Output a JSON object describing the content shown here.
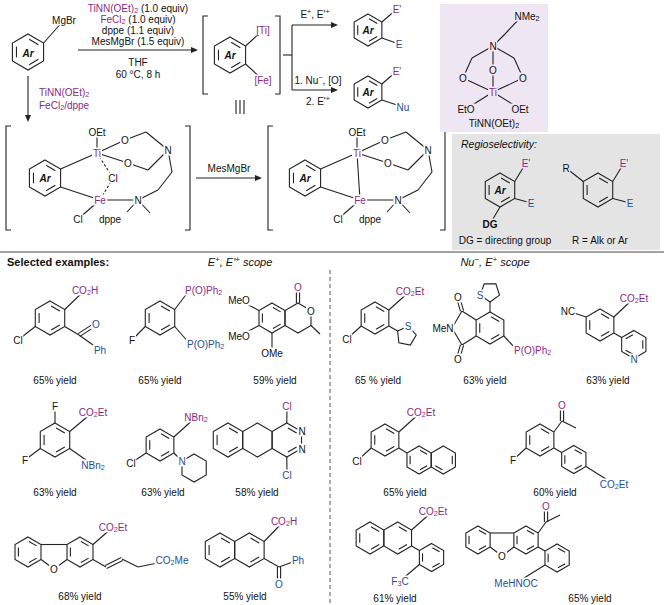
{
  "diagram": {
    "nodes": [
      {
        "text": [
          "NMe2",
          "N",
          "O",
          "O",
          "O",
          "Ti",
          "EtO",
          "OEt",
          "TiNN(OEt)2"
        ]
      },
      {
        "text": [
          "Regioselectivity:",
          "Ar",
          "E'",
          "E",
          "DG",
          "DG = directing group",
          "R",
          "E'",
          "E",
          "R = Alk or Ar"
        ]
      }
    ],
    "labels": [
      "MgBr",
      "Ar",
      "TiNN(OEt)2 (1.0 equiv)",
      "FeCl2 (1.0 equiv)",
      "dppe (1.1 equiv)",
      "MesMgBr (1.5 equiv)",
      "THF",
      "60 °C, 8 h",
      "Ar",
      "[Ti]",
      "[Fe]",
      "E+, E'+",
      "1. Nu−, [O]",
      "2. E'+",
      "Ar",
      "E'",
      "E",
      "Ar",
      "E'",
      "Nu",
      "TiNN(OEt)2",
      "FeCl2/dppe",
      "Ar",
      "OEt",
      "Ti",
      "O",
      "N",
      "O",
      "Cl",
      "Fe",
      "N",
      "Cl",
      "dppe",
      "MesMgBr",
      "Ar",
      "OEt",
      "Ti",
      "O",
      "N",
      "O",
      "Fe",
      "N",
      "Cl",
      "dppe",
      "Selected examples:",
      "E+, E'+ scope",
      "Nu−, E+ scope",
      "CO2H",
      "O",
      "Ph",
      "Cl",
      "65% yield",
      "P(O)Ph2",
      "P(O)Ph2",
      "F",
      "65% yield",
      "MeO",
      "MeO",
      "OMe",
      "O",
      "O",
      "59% yield",
      "F",
      "CO2Et",
      "F",
      "NBn2",
      "63% yield",
      "NBn2",
      "N",
      "Cl",
      "63% yield",
      "Cl",
      "N",
      "N",
      "Cl",
      "58% yield",
      "O",
      "CO2Et",
      "CO2Me",
      "68% yield",
      "CO2H",
      "O",
      "Ph",
      "55% yield",
      "CO2Et",
      "Cl",
      "S",
      "65 % yield",
      "MeN",
      "O",
      "O",
      "S",
      "P(O)Ph2",
      "63% yield",
      "CO2Et",
      "NC",
      "N",
      "63% yield",
      "CO2Et",
      "Cl",
      "65% yield",
      "O",
      "F",
      "CO2Et",
      "60% yield",
      "CO2Et",
      "F3C",
      "61% yield",
      "O",
      "O",
      "MeHNOC",
      "65% yield"
    ]
  }
}
